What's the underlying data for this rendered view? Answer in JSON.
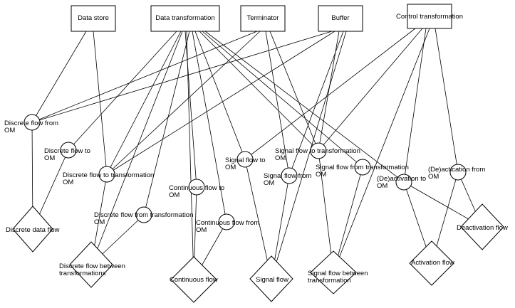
{
  "diagram": {
    "boxes": [
      {
        "id": "data_store",
        "label": "Data store"
      },
      {
        "id": "data_transformation",
        "label": "Data transformation"
      },
      {
        "id": "terminator",
        "label": "Terminator"
      },
      {
        "id": "buffer",
        "label": "Buffer"
      },
      {
        "id": "control_transformation",
        "label": "Control transformation"
      }
    ],
    "circles": [
      {
        "id": "c1",
        "label": "Discrete flow from\nOM"
      },
      {
        "id": "c2",
        "label": "Discrete flow to\nOM"
      },
      {
        "id": "c3",
        "label": "Discrete flow to transformation\nOM"
      },
      {
        "id": "c4",
        "label": "Continuous flow to\nOM"
      },
      {
        "id": "c5",
        "label": "Discrete flow from transformation\nOM"
      },
      {
        "id": "c6",
        "label": "Continuous flow from\nOM"
      },
      {
        "id": "c7",
        "label": "Signal flow to\nOM"
      },
      {
        "id": "c8",
        "label": "Signal flow from\nOM"
      },
      {
        "id": "c9",
        "label": "Signal flow to transformation\nOM"
      },
      {
        "id": "c10",
        "label": "Signal flow from transformation\nOM"
      },
      {
        "id": "c11",
        "label": "(De)activation to\nOM"
      },
      {
        "id": "c12",
        "label": "(De)actication from\nOM"
      }
    ],
    "diamonds": [
      {
        "id": "d1",
        "label": "Discrete data flow"
      },
      {
        "id": "d2",
        "label": "Discrete flow between\ntransformations"
      },
      {
        "id": "d3",
        "label": "Continuous flow"
      },
      {
        "id": "d4",
        "label": "Signal flow"
      },
      {
        "id": "d5",
        "label": "Signal flow between\ntransformation"
      },
      {
        "id": "d6",
        "label": "Activation flow"
      },
      {
        "id": "d7",
        "label": "Deactivation flow"
      }
    ]
  }
}
